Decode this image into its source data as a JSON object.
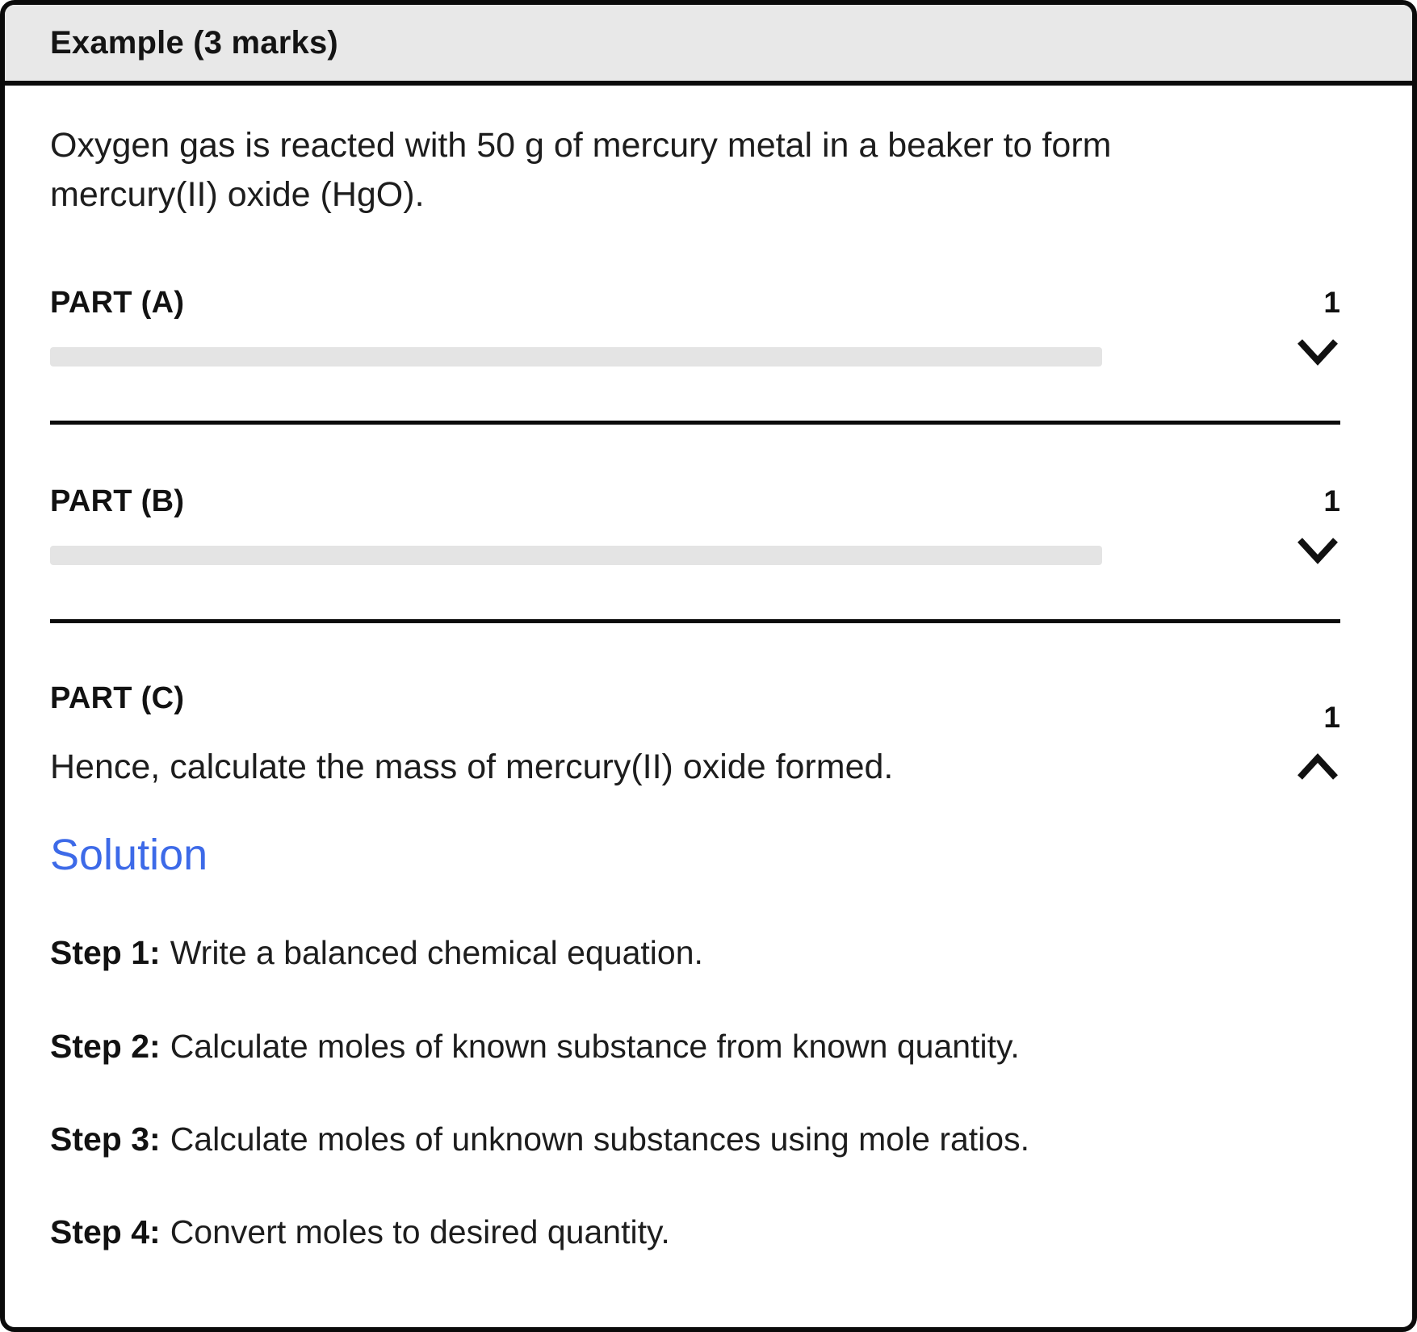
{
  "header": {
    "title": "Example (3 marks)"
  },
  "question": "Oxygen gas is reacted with 50 g of mercury metal in a beaker to form mercury(II) oxide (HgO).",
  "parts": [
    {
      "label": "PART (A)",
      "marks": "1",
      "state": "collapsed"
    },
    {
      "label": "PART (B)",
      "marks": "1",
      "state": "collapsed"
    },
    {
      "label": "PART (C)",
      "marks": "1",
      "state": "expanded",
      "text": "Hence, calculate the mass of mercury(II) oxide formed."
    }
  ],
  "solution": {
    "heading": "Solution",
    "steps": [
      {
        "label": "Step 1:",
        "text": "Write a balanced chemical equation."
      },
      {
        "label": "Step 2:",
        "text": "Calculate moles of known substance from known quantity."
      },
      {
        "label": "Step 3:",
        "text": "Calculate moles of unknown substances using mole ratios."
      },
      {
        "label": "Step 4:",
        "text": "Convert moles to desired quantity."
      }
    ]
  },
  "colors": {
    "accent_blue": "#3d6ae8",
    "header_bg": "#e8e8e8",
    "skeleton_gray": "#e4e4e4",
    "border_black": "#0b0b0b"
  },
  "icons": {
    "collapsed": "chevron-down",
    "expanded": "chevron-up"
  }
}
